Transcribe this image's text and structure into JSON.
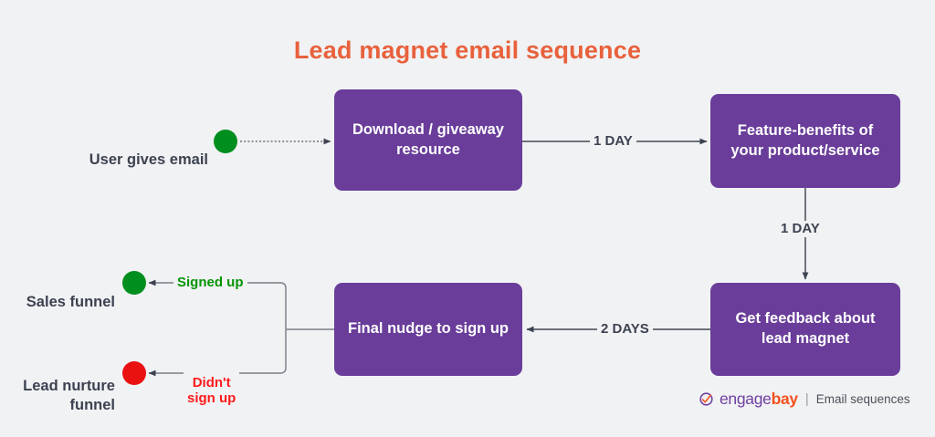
{
  "title": "Lead magnet email sequence",
  "theme": {
    "background": "#f1f2f4",
    "title_color": "#e8613c",
    "node_fill": "#693d99",
    "node_text": "#ffffff",
    "label_text": "#3c4250",
    "green": "#008e1e",
    "red": "#ea1111",
    "green_label": "#049404",
    "red_label": "#fc1a1a",
    "wire": "#5a6069"
  },
  "nodes": {
    "download": "Download / giveaway resource",
    "feature": "Feature-benefits of your product/service",
    "feedback": "Get feedback about lead magnet",
    "nudge": "Final nudge to sign up"
  },
  "endpoints": {
    "start": "User gives email",
    "sales": "Sales funnel",
    "nurture": "Lead nurture funnel"
  },
  "edges": {
    "start_to_download": "",
    "download_to_feature": "1 DAY",
    "feature_to_feedback": "1 DAY",
    "feedback_to_nudge": "2 DAYS",
    "nudge_to_sales": "Signed up",
    "nudge_to_nurture": "Didn't\nsign up"
  },
  "footer": {
    "brand_first": "engage",
    "brand_second": "bay",
    "divider": "|",
    "caption": "Email sequences"
  }
}
